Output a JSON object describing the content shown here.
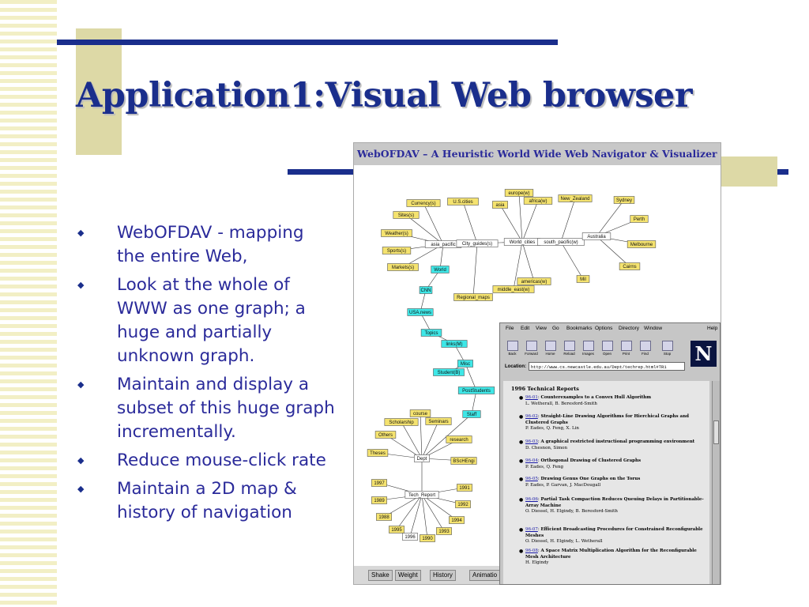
{
  "slide": {
    "title_part1": "Application1:",
    "title_part2": "Visual Web browser",
    "bullets": [
      "WebOFDAV - mapping the entire Web,",
      "Look at the whole of WWW as one graph; a huge and partially unknown graph.",
      "Maintain and display a subset of this huge graph incrementally.",
      "Reduce mouse-click rate",
      "Maintain a 2D map & history of navigation"
    ]
  },
  "webofdav": {
    "title": "WebOFDAV – A Heuristic World Wide Web Navigator & Visualizer",
    "controls": [
      "Shake",
      "Weight",
      "History",
      "Animatio"
    ],
    "nodes": {
      "currency": "Currency(s)",
      "sites": "Sites(s)",
      "weather": "Weather(s)",
      "sports": "Sports(s)",
      "markets": "Markets(s)",
      "asia_pacific": "asia_pacific",
      "us_cities": "U.S.cities",
      "city_guides": "City_guides(s)",
      "europe": "europe(w)",
      "africa": "africa(w)",
      "asia": "asia",
      "world_cities": "World_cities",
      "new_zealand": "New_Zealand",
      "south_pacific": "south_pacific(w)",
      "sydney": "Sydney",
      "australia": "Australia",
      "perth": "Perth",
      "melbourne": "Melbourne",
      "cairns": "Cairns",
      "mil": "Mil",
      "americas": "americas(w)",
      "middle_east": "middle_east(w)",
      "regional_maps": "Regional_maps",
      "world": "World",
      "cnn": "CNN",
      "usa_news": "USA.news",
      "topics": "Topics",
      "links": "links(M)",
      "misc": "Misc",
      "student": "Student(B)",
      "postgraduates": "PostStudents",
      "staff": "Staff",
      "course": "course",
      "scholarship": "Scholarship",
      "seminars": "Seminars",
      "others": "Others",
      "research": "research",
      "theses": "Theses",
      "dept": "Dept",
      "bsc": "BScHEngi",
      "y1997": "1997",
      "y1991": "1991",
      "tech_report": "Tech_Report",
      "y1989": "1989",
      "y1992": "1992",
      "y1988": "1988",
      "y1994": "1994",
      "y1995": "1995",
      "y1993": "1993",
      "y1996": "1996",
      "y1990": "1990"
    }
  },
  "netscape": {
    "menu": [
      "File",
      "Edit",
      "View",
      "Go",
      "Bookmarks",
      "Options",
      "Directory",
      "Window",
      "Help"
    ],
    "toolbar": [
      "Back",
      "Forward",
      "Home",
      "Reload",
      "Images",
      "Open",
      "Print",
      "Find",
      "Stop"
    ],
    "logo_letter": "N",
    "location_label": "Location:",
    "location_value": "http://www.cs.newcastle.edu.au/Dept/techrep.html#TR1",
    "page_heading": "1996 Technical Reports",
    "reports": [
      {
        "id": "96-01",
        "title": "Counterexamples to a Convex Hull Algorithm",
        "authors": "L. Wetherall, B. Beresford-Smith"
      },
      {
        "id": "96-02",
        "title": "Straight-Line Drawing Algorithms for Hierchical Graphs and Clustered Graphs",
        "authors": "P. Eades, Q. Feng, X. Lin"
      },
      {
        "id": "96-03",
        "title": "A graphical restricted instructional programming environment",
        "authors": "D. Chesnon, Simon"
      },
      {
        "id": "96-04",
        "title": "Orthogonal Drawing of Clustered Graphs",
        "authors": "P. Eades, Q. Feng"
      },
      {
        "id": "96-05",
        "title": "Drawing Genus One Graphs on the Torus",
        "authors": "P. Eades, P. Garvan, J. MacDougall"
      },
      {
        "id": "96-06",
        "title": "Partial Task Compaction Reduces Queuing Delays in Partitionable-Array Machine",
        "authors": "O. Diessel, H. Elgindy, B. Beresford-Smith"
      },
      {
        "id": "96-07",
        "title": "Efficient Broadcasting Procedures for Constrained Reconfigurable Meshes",
        "authors": "O. Diessel, H. Elgindy, L. Wetherall"
      },
      {
        "id": "96-08",
        "title": "A Space Matrix Multiplication Algorithm for the Reconfigurable Mesh Architecture",
        "authors": "H. Elgindy"
      }
    ]
  },
  "colors": {
    "title_blue": "#1a2e8c",
    "bullet_blue": "#2a2a9a",
    "stripe_yellow": "#f2efc5",
    "tan": "#ddd9a6",
    "node_yellow": "#f5e36f",
    "node_cyan": "#3ee7e7",
    "link_blue": "#1a1aa8"
  },
  "icons": [
    "diamond-bullet-icon",
    "netscape-logo-icon",
    "toolbar-button-icon"
  ]
}
